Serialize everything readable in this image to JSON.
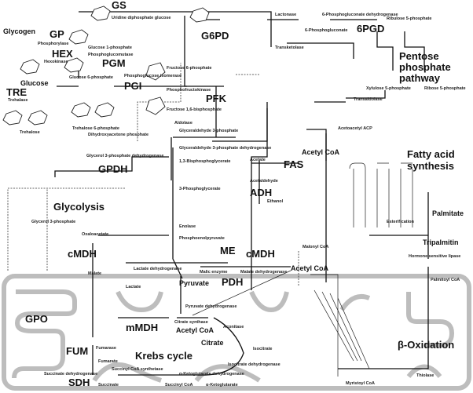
{
  "pathways": {
    "glycolysis": "Glycolysis",
    "pentose1": "Pentose",
    "pentose2": "phosphate",
    "pentose3": "pathway",
    "fas1": "Fatty acid",
    "fas2": "synthesis",
    "krebs": "Krebs cycle",
    "beta": "β-Oxidation"
  },
  "enzymes": {
    "GS": "GS",
    "GP": "GP",
    "HEX": "HEX",
    "PGM": "PGM",
    "PGI": "PGI",
    "TRE": "TRE",
    "PFK": "PFK",
    "G6PD": "G6PD",
    "6PGD": "6PGD",
    "GPDH": "GPDH",
    "FAS": "FAS",
    "ADH": "ADH",
    "cMDH1": "cMDH",
    "ME": "ME",
    "cMDH2": "cMDH",
    "PDH": "PDH",
    "GPO": "GPO",
    "mMDH": "mMDH",
    "FUM": "FUM",
    "SDH": "SDH"
  },
  "metabolites": {
    "glycogen": "Glycogen",
    "glucose": "Glucose",
    "trehalose": "Trehalose",
    "t6p": "Trehalose 6-phosphate",
    "udpg": "Uridine diphosphate glucose",
    "g1p": "Glucose 1-phosphate",
    "g6p": "Glucose 6-phosphate",
    "f6p": "Fructose 6-phosphate",
    "fbp": "Fructose 1,6-bisphosphate",
    "dhap": "Dihydroxyacetone phosphate",
    "gap": "Glyceraldehyde 3-phosphate",
    "bpg": "1,3-Bisphosphoglycerate",
    "pg3": "3-Phosphoglycerate",
    "pep": "Phosphoenolpyruvate",
    "pyruvate": "Pyruvate",
    "lactate": "Lactate",
    "malate": "Malate",
    "oaa": "Oxaloacetate",
    "acetylcoa1": "Acetyl CoA",
    "acetylcoa2": "Acetyl CoA",
    "acetylcoa3": "Acetyl CoA",
    "citrate": "Citrate",
    "isocitrate": "Isocitrate",
    "akg": "α-Ketoglutarate",
    "succoa": "Succinyl CoA",
    "succinate": "Succinate",
    "fumarate": "Fumarate",
    "palmitate": "Palmitate",
    "tripalmitin": "Tripalmitin",
    "acetate": "Acetate",
    "acetaldehyde": "Acetaldehyde",
    "ethanol": "Ethanol",
    "g3p": "Glycerol 3-phosphate",
    "r5p": "Ribose 5-phosphate",
    "x5p": "Xylulose 5-phosphate",
    "ribulose": "Ribulose 5-phosphate",
    "pgl": "6-Phosphogluconate",
    "myristoyl": "Myristoyl CoA",
    "palmitoylcoa": "Palmitoyl CoA",
    "acetoacetyl": "Acetoacetyl ACP",
    "malonyl": "Malonyl CoA"
  },
  "enzyme_names": {
    "phosphorylase": "Phosphorylase",
    "hexokinase": "Hexokinase",
    "phosphoglucomutase": "Phosphoglucomutase",
    "pgi": "Phosphoglucose isomerase",
    "pfk": "Phosphofructokinase",
    "aldolase": "Aldolase",
    "trehalase": "Trehalase",
    "gapdh": "Glyceraldehyde 3-phosphate dehydrogenase",
    "gpdh": "Glycerol 3-phosphate dehydrogenase",
    "enolase": "Enolase",
    "ldh": "Lactate dehydrogenase",
    "malic": "Malic enzyme",
    "mdh": "Malate dehydrogenase",
    "pdh": "Pyruvate dehydrogenase",
    "cs": "Citrate synthase",
    "aconitase": "Aconitase",
    "idh": "Isocitrate dehydrogenase",
    "akgdh": "α-Ketoglutarate dehydrogenase",
    "scs": "Succinyl CoA synthetase",
    "sdh": "Succinate dehydrogenase",
    "fumarase": "Fumarase",
    "transketolase": "Transketolase",
    "transaldolase": "Transaldolase",
    "lactonase": "Lactonase",
    "pgd": "6-Phosphogluconate dehydrogenase",
    "thiolase": "Thiolase",
    "lipase": "Hormone sensitive lipase",
    "esterification": "Esterification"
  }
}
